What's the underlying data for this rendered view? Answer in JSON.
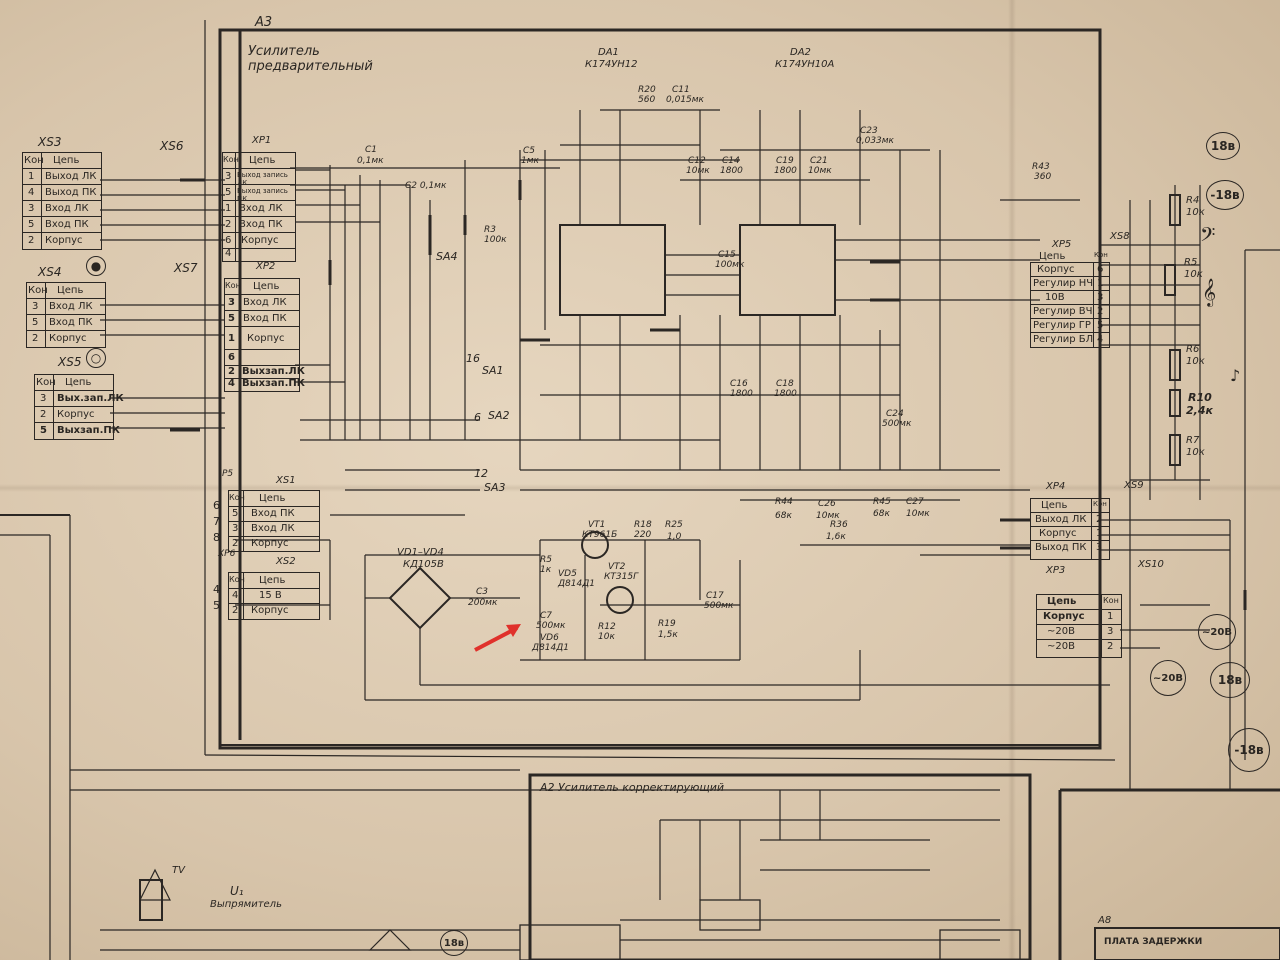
{
  "blocks": {
    "a3_label": "А3",
    "a3_title_line1": "Усилитель",
    "a3_title_line2": "предварительный",
    "da1_name": "DA1",
    "da1_part": "К174УН12",
    "da2_name": "DA2",
    "da2_part": "К174УН10А",
    "a2_title": "А2 Усилитель корректирующий",
    "u1_label": "U₁",
    "u1_title": "Выпрямитель",
    "a8_label": "А8",
    "a8_title": "ПЛАТА ЗАДЕРЖКИ",
    "tv_label": "TV"
  },
  "connectors": {
    "xs3": {
      "label": "XS3",
      "header": [
        "Кон",
        "Цепь"
      ],
      "rows": [
        [
          "1",
          "Выход ЛК"
        ],
        [
          "4",
          "Выход ПК"
        ],
        [
          "3",
          "Вход ЛК"
        ],
        [
          "5",
          "Вход ПК"
        ],
        [
          "2",
          "Корпус"
        ]
      ]
    },
    "xs6": {
      "label": "XS6"
    },
    "xp1": {
      "label": "XP1",
      "header": [
        "Кон",
        "Цепь"
      ],
      "rows": [
        [
          "3",
          "Выход запись ЛК"
        ],
        [
          "5",
          "Выход запись ПК"
        ],
        [
          "1",
          "Вход ЛК"
        ],
        [
          "2",
          "Вход ПК"
        ],
        [
          "6",
          "Корпус"
        ],
        [
          "4",
          ""
        ]
      ]
    },
    "xs4": {
      "label": "XS4",
      "header": [
        "Кон",
        "Цепь"
      ],
      "rows": [
        [
          "3",
          "Вход ЛК"
        ],
        [
          "5",
          "Вход ПК"
        ],
        [
          "2",
          "Корпус"
        ]
      ]
    },
    "xs7": {
      "label": "XS7"
    },
    "xp2": {
      "label": "XP2",
      "header": [
        "Кон",
        "Цепь"
      ],
      "rows": [
        [
          "3",
          "Вход ЛК"
        ],
        [
          "5",
          "Вход ПК"
        ],
        [
          "1",
          "Корпус"
        ],
        [
          "6",
          ""
        ],
        [
          "2",
          "Выхзап.ЛК"
        ],
        [
          "4",
          "Выхзап.ПК"
        ]
      ]
    },
    "xs5": {
      "label": "XS5",
      "header": [
        "Кон",
        "Цепь"
      ],
      "rows": [
        [
          "3",
          "Вых.зап.ЛК"
        ],
        [
          "2",
          "Корпус"
        ],
        [
          "5",
          "Выхзап.ПК"
        ]
      ]
    },
    "xs1": {
      "label": "XS1",
      "pin_label": "P5",
      "header": [
        "Кон",
        "Цепь"
      ],
      "rows": [
        [
          "5",
          "Вход ПК"
        ],
        [
          "3",
          "Вход ЛК"
        ],
        [
          "2",
          "Корпус"
        ]
      ],
      "left_pins": [
        "6",
        "7",
        "8"
      ]
    },
    "xs2": {
      "label": "XS2",
      "pin_label": "XP6",
      "header": [
        "Кон",
        "Цепь"
      ],
      "rows": [
        [
          "4",
          "15 В"
        ],
        [
          "2",
          "Корпус"
        ]
      ],
      "left_pins": [
        "4",
        "5"
      ]
    },
    "xp5": {
      "label": "XP5",
      "header": [
        "Цепь",
        "Кон"
      ],
      "rows": [
        [
          "Корпус",
          "6"
        ],
        [
          "Регулир НЧ",
          "1"
        ],
        [
          "10В",
          "3"
        ],
        [
          "Регулир ВЧ",
          "2"
        ],
        [
          "Регулир ГР",
          "5"
        ],
        [
          "Регулир БЛ",
          "4"
        ]
      ]
    },
    "xs8": {
      "label": "XS8"
    },
    "xp4": {
      "label": "XP4",
      "header": [
        "Цепь",
        "Кон"
      ],
      "rows": [
        [
          "Выход ЛК",
          "2"
        ],
        [
          "Корпус",
          "1"
        ],
        [
          "Выход ПК",
          "3"
        ]
      ]
    },
    "xs9": {
      "label": "XS9"
    },
    "xp3": {
      "label": "XP3",
      "header": [
        "Цепь",
        "Кон"
      ],
      "rows": [
        [
          "Корпус",
          "1"
        ],
        [
          "~20В",
          "3"
        ],
        [
          "~20В",
          "2"
        ]
      ]
    },
    "xs10": {
      "label": "XS10"
    }
  },
  "switches": {
    "sa1": "SA1",
    "sa2": "SA2",
    "sa3": "SA3",
    "sa4": "SA4",
    "sa1_num": "16",
    "sa2_num": "6",
    "sa3_num": "12"
  },
  "components": {
    "c1": "C1",
    "c1_val": "0,1мк",
    "c2": "C2 0,1мк",
    "c3": "C3",
    "c3_val": "200мк",
    "c5": "C5",
    "c5_val": "1мк",
    "c7": "C7",
    "c7_val": "500мк",
    "c11": "C11",
    "c11_val": "0,015мк",
    "c12": "C12",
    "c12_val": "10мк",
    "c14": "C14",
    "c14_val": "1800",
    "c15": "C15",
    "c15_val": "100мк",
    "c16": "C16",
    "c16_val": "1800",
    "c17": "C17",
    "c17_val": "500мк",
    "c18": "C18",
    "c18_val": "1800",
    "c19": "C19",
    "c19_val": "1800",
    "c21": "C21",
    "c21_val": "10мк",
    "c23": "C23",
    "c23_val": "0,033мк",
    "c24": "C24",
    "c24_val": "500мк",
    "c26": "C26",
    "c26_val": "10мк",
    "c27": "C27",
    "c27_val": "10мк",
    "r3": "R3",
    "r3_val": "100к",
    "r5": "R5",
    "r5_val": "1к",
    "r12": "R12",
    "r12_val": "10к",
    "r18": "R18",
    "r18_val": "220",
    "r19": "R19",
    "r19_val": "1,5к",
    "r20": "R20",
    "r20_val": "560",
    "r25": "R25",
    "r25_val": "1,0",
    "r36": "R36",
    "r36_val": "1,6к",
    "r43": "R43",
    "r43_val": "360",
    "r44": "R44",
    "r44_val": "68к",
    "r45": "R45",
    "r45_val": "68к",
    "vt1": "VT1",
    "vt1_part": "КТ961Б",
    "vt2": "VT2",
    "vt2_part": "КТ315Г",
    "vd5": "VD5",
    "vd5_part": "Д814Д1",
    "vd6": "VD6",
    "vd6_part": "Д814Д1",
    "vd14": "VD1–VD4",
    "vd14_part": "КД105В",
    "r4": "R4",
    "r4_val": "10к",
    "r5b": "R5",
    "r5b_val": "10к",
    "r6": "R6",
    "r6_val": "10к",
    "r10": "R10",
    "r10_val": "2,4к",
    "r7": "R7",
    "r7_val": "10к"
  },
  "power": {
    "p18": "18в",
    "m18": "-18в",
    "ac20": "~20В"
  },
  "colors": {
    "paper": "#d9c7ad",
    "ink": "#2b2724",
    "pointer": "#e0312b"
  },
  "icons": [
    "pointer-arrow-icon",
    "bass-clef-icon",
    "treble-clef-icon",
    "note-icon",
    "jack-icon",
    "headphone-icon"
  ]
}
